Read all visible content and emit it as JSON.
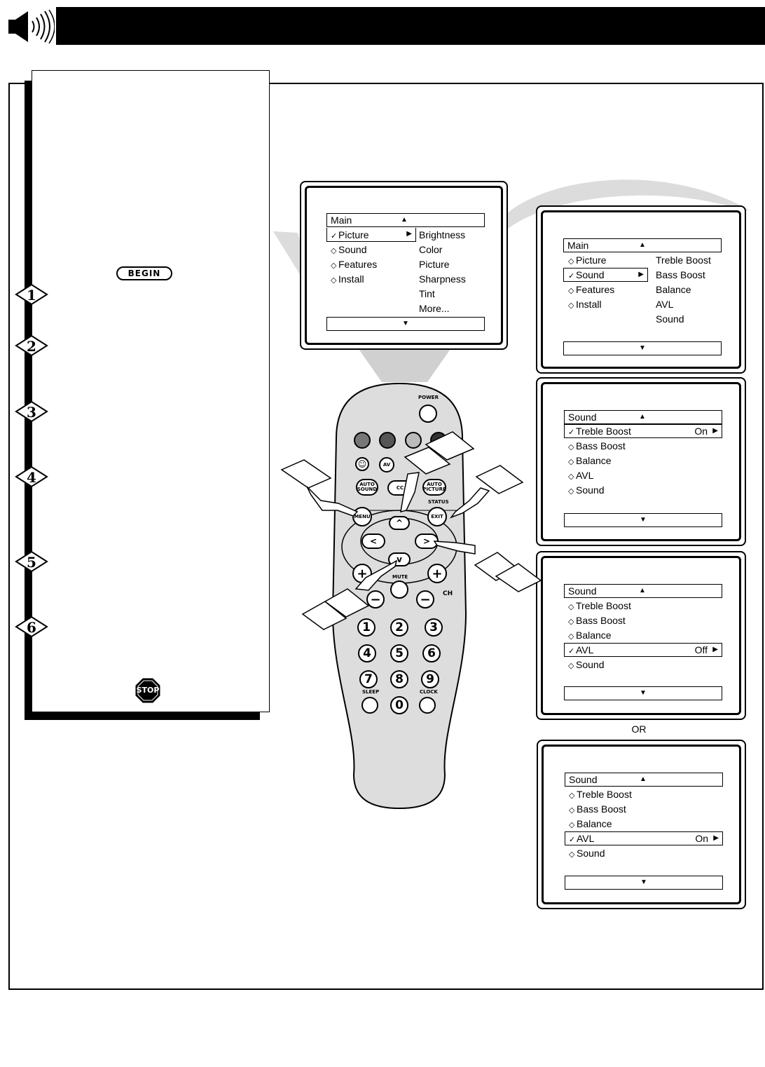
{
  "header": {
    "speaker_icon": "speaker-icon"
  },
  "instructions": {
    "begin_label": "BEGIN",
    "stop_label": "STOP",
    "steps": [
      "1",
      "2",
      "3",
      "4",
      "5",
      "6"
    ]
  },
  "screens": {
    "screen1": {
      "title": "Main",
      "items": [
        {
          "mark": "check",
          "label": "Picture"
        },
        {
          "mark": "diamond",
          "label": "Sound"
        },
        {
          "mark": "diamond",
          "label": "Features"
        },
        {
          "mark": "diamond",
          "label": "Install"
        }
      ],
      "submenu": [
        "Brightness",
        "Color",
        "Picture",
        "Sharpness",
        "Tint",
        "More..."
      ]
    },
    "screen2": {
      "title": "Main",
      "items": [
        {
          "mark": "diamond",
          "label": "Picture"
        },
        {
          "mark": "check",
          "label": "Sound"
        },
        {
          "mark": "diamond",
          "label": "Features"
        },
        {
          "mark": "diamond",
          "label": "Install"
        }
      ],
      "submenu": [
        "Treble Boost",
        "Bass Boost",
        "Balance",
        "AVL",
        "Sound"
      ]
    },
    "screen3": {
      "title": "Sound",
      "items": [
        {
          "mark": "check",
          "label": "Treble Boost",
          "value": "On"
        },
        {
          "mark": "diamond",
          "label": "Bass Boost"
        },
        {
          "mark": "diamond",
          "label": "Balance"
        },
        {
          "mark": "diamond",
          "label": "AVL"
        },
        {
          "mark": "diamond",
          "label": "Sound"
        }
      ]
    },
    "screen4": {
      "title": "Sound",
      "items": [
        {
          "mark": "diamond",
          "label": "Treble Boost"
        },
        {
          "mark": "diamond",
          "label": "Bass Boost"
        },
        {
          "mark": "diamond",
          "label": "Balance"
        },
        {
          "mark": "check",
          "label": "AVL",
          "value": "Off"
        },
        {
          "mark": "diamond",
          "label": "Sound"
        }
      ]
    },
    "or_label": "OR",
    "screen5": {
      "title": "Sound",
      "items": [
        {
          "mark": "diamond",
          "label": "Treble Boost"
        },
        {
          "mark": "diamond",
          "label": "Bass Boost"
        },
        {
          "mark": "diamond",
          "label": "Balance"
        },
        {
          "mark": "check",
          "label": "AVL",
          "value": "On"
        },
        {
          "mark": "diamond",
          "label": "Sound"
        }
      ]
    }
  },
  "remote": {
    "power": "POWER",
    "av": "AV",
    "auto_sound": "AUTO SOUND",
    "cc": "CC",
    "auto_picture": "AUTO PICTURE",
    "status": "STATUS",
    "menu": "MENU",
    "exit": "EXIT",
    "mute": "MUTE",
    "ch": "CH",
    "sleep": "SLEEP",
    "clock": "CLOCK",
    "numbers": [
      "1",
      "2",
      "3",
      "4",
      "5",
      "6",
      "7",
      "8",
      "9",
      "0"
    ],
    "button_colors": [
      "#777777",
      "#555555",
      "#bbbbbb",
      "#333333"
    ]
  }
}
